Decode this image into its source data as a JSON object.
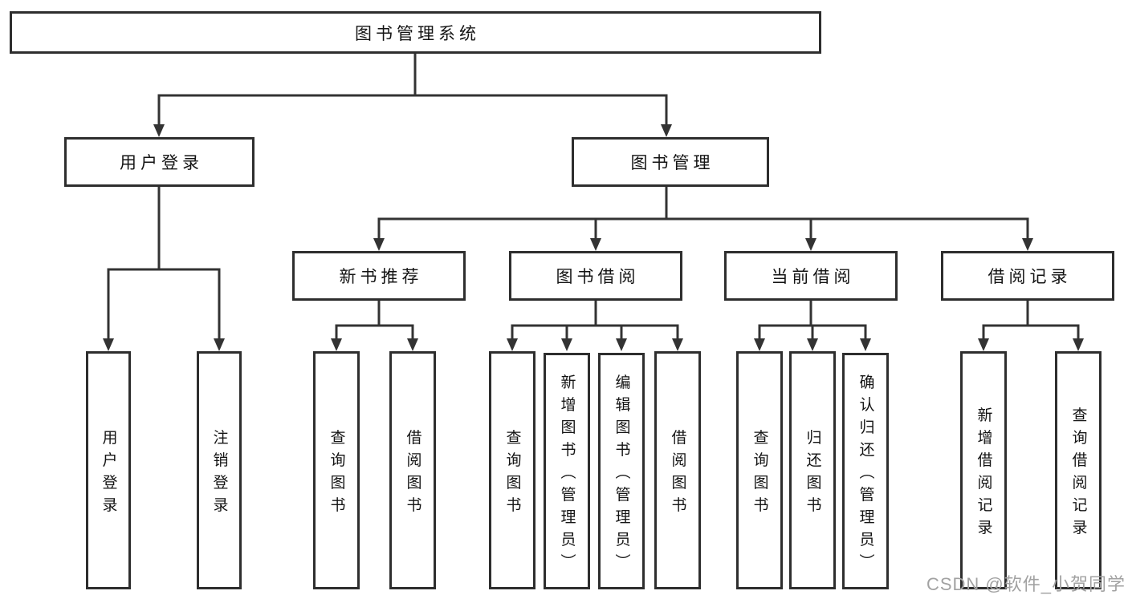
{
  "diagram": {
    "root": {
      "label": "图书管理系统",
      "children": [
        {
          "label": "用户登录",
          "children": [
            {
              "label": "用户登录"
            },
            {
              "label": "注销登录"
            }
          ]
        },
        {
          "label": "图书管理",
          "children": [
            {
              "label": "新书推荐",
              "children": [
                {
                  "label": "查询图书"
                },
                {
                  "label": "借阅图书"
                }
              ]
            },
            {
              "label": "图书借阅",
              "children": [
                {
                  "label": "查询图书"
                },
                {
                  "label": "新增图书（管理员）"
                },
                {
                  "label": "编辑图书（管理员）"
                },
                {
                  "label": "借阅图书"
                }
              ]
            },
            {
              "label": "当前借阅",
              "children": [
                {
                  "label": "查询图书"
                },
                {
                  "label": "归还图书"
                },
                {
                  "label": "确认归还（管理员）"
                }
              ]
            },
            {
              "label": "借阅记录",
              "children": [
                {
                  "label": "新增借阅记录"
                },
                {
                  "label": "查询借阅记录"
                }
              ]
            }
          ]
        }
      ]
    },
    "line_color": "#333333",
    "border_color": "#2e2e2e",
    "text_color": "#141414"
  },
  "watermark": {
    "text": "CSDN @软件_小贺同学",
    "color": "#a2a2a2"
  }
}
